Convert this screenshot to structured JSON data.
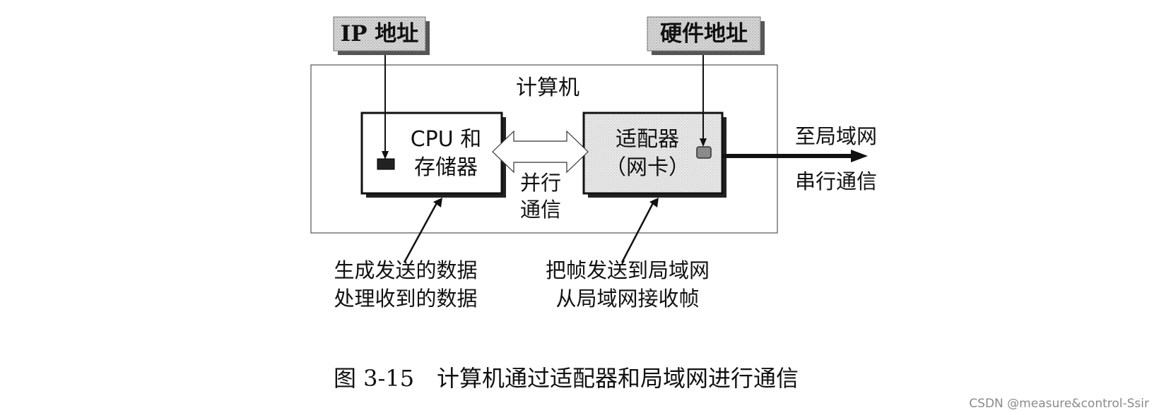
{
  "tags": {
    "ip_address": "IP 地址",
    "hardware_address": "硬件地址"
  },
  "computer": {
    "title": "计算机"
  },
  "cpu_box": {
    "line1": "CPU 和",
    "line2": "存储器"
  },
  "adapter_box": {
    "line1": "适配器",
    "line2": "（网卡）"
  },
  "parallel": {
    "line1": "并行",
    "line2": "通信"
  },
  "lan_link": {
    "to_lan": "至局域网",
    "serial": "串行通信"
  },
  "cpu_notes": {
    "line1": "生成发送的数据",
    "line2": "处理收到的数据"
  },
  "adapter_notes": {
    "line1": "把帧发送到局域网",
    "line2": "从局域网接收帧"
  },
  "caption": {
    "number": "图 3-15",
    "text": "计算机通过适配器和局域网进行通信"
  },
  "watermark": "CSDN @measure&control-Ssir",
  "colors": {
    "tag_fill": "#c8c8c8",
    "adapter_fill": "#e4e4e4",
    "line": "#111111"
  }
}
